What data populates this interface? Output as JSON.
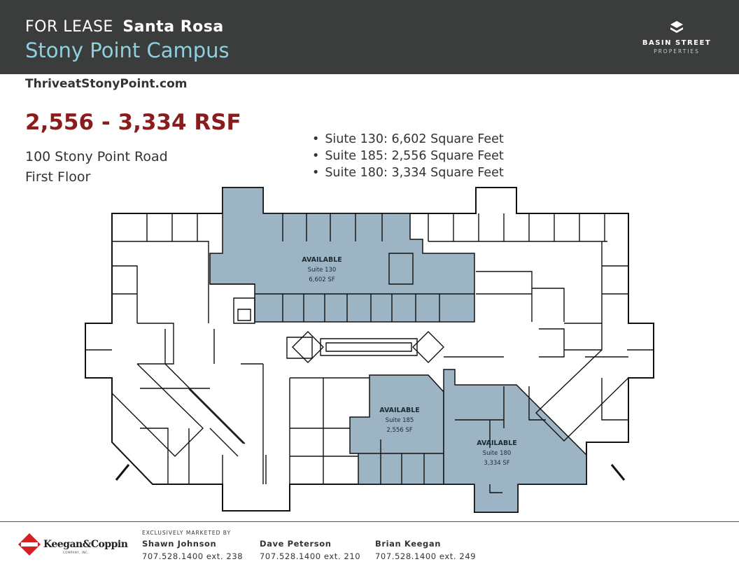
{
  "header": {
    "for_lease": "FOR LEASE",
    "city": "Santa Rosa",
    "property": "Stony Point Campus"
  },
  "brand": {
    "name": "BASIN STREET",
    "sub": "PROPERTIES",
    "icon": "basin-street-logo-icon"
  },
  "website": "ThriveatStonyPoint.com",
  "rsf_range": "2,556 - 3,334 RSF",
  "address": {
    "street": "100 Stony Point Road",
    "floor": "First Floor"
  },
  "suites": [
    "Siute 130: 6,602 Square Feet",
    "Suite 185: 2,556 Square Feet",
    "Suite 180: 3,334 Square Feet"
  ],
  "floorplan": {
    "available_suites": [
      {
        "status": "AVAILABLE",
        "suite": "Suite 130",
        "size": "6,602 SF"
      },
      {
        "status": "AVAILABLE",
        "suite": "Suite 185",
        "size": "2,556 SF"
      },
      {
        "status": "AVAILABLE",
        "suite": "Suite 180",
        "size": "3,334 SF"
      }
    ],
    "colors": {
      "available": "#9cb4c4",
      "walls": "#111111"
    }
  },
  "footer": {
    "broker_logo_text": "Keegan&Coppin",
    "broker_logo_sub": "COMPANY, INC.",
    "marketed_by": "EXCLUSIVELY MARKETED BY",
    "contacts": [
      {
        "name": "Shawn Johnson",
        "phone": "707.528.1400 ext. 238"
      },
      {
        "name": "Dave Peterson",
        "phone": "707.528.1400 ext. 210"
      },
      {
        "name": "Brian Keegan",
        "phone": "707.528.1400 ext. 249"
      }
    ]
  }
}
